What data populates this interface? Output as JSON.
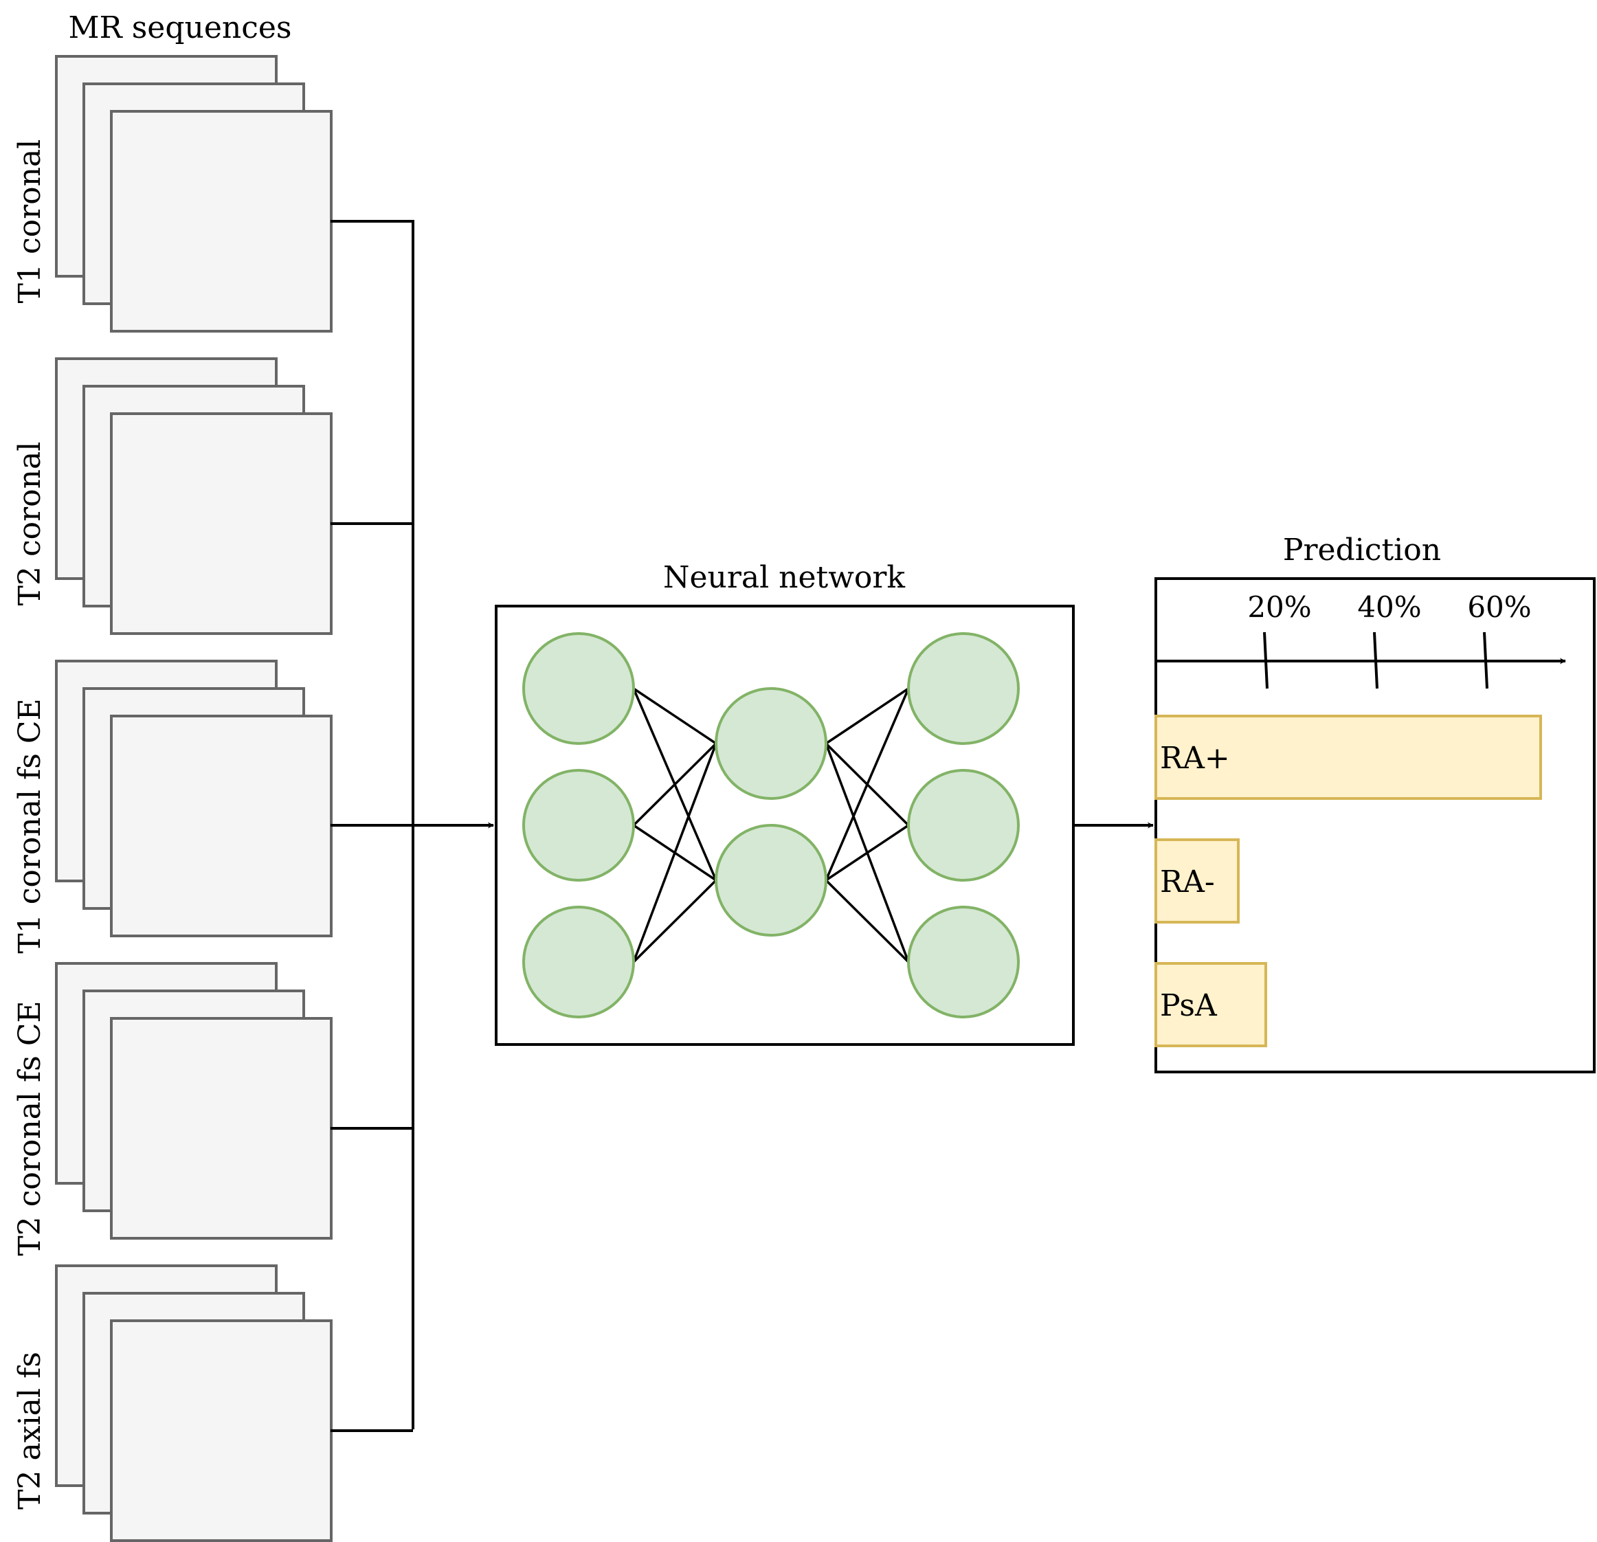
{
  "mr_sequences": {
    "title": "MR sequences",
    "items": [
      {
        "label": "T1 coronal"
      },
      {
        "label": "T2 coronal"
      },
      {
        "label": "T1 coronal fs CE"
      },
      {
        "label": "T2 coronal fs CE"
      },
      {
        "label": "T2 axial fs"
      }
    ]
  },
  "neural_network": {
    "title": "Neural network",
    "layers": [
      3,
      2,
      3
    ]
  },
  "prediction": {
    "title": "Prediction",
    "ticks": [
      "20%",
      "40%",
      "60%"
    ],
    "bars": [
      {
        "label": "RA+",
        "value": 70
      },
      {
        "label": "RA-",
        "value": 15
      },
      {
        "label": "PsA",
        "value": 20
      }
    ]
  },
  "colors": {
    "frame_fill": "#f5f5f5",
    "frame_stroke": "#666666",
    "node_fill": "#d5e8d4",
    "node_stroke": "#82b366",
    "bar_fill": "#fff2cc",
    "bar_stroke": "#d6b656"
  }
}
